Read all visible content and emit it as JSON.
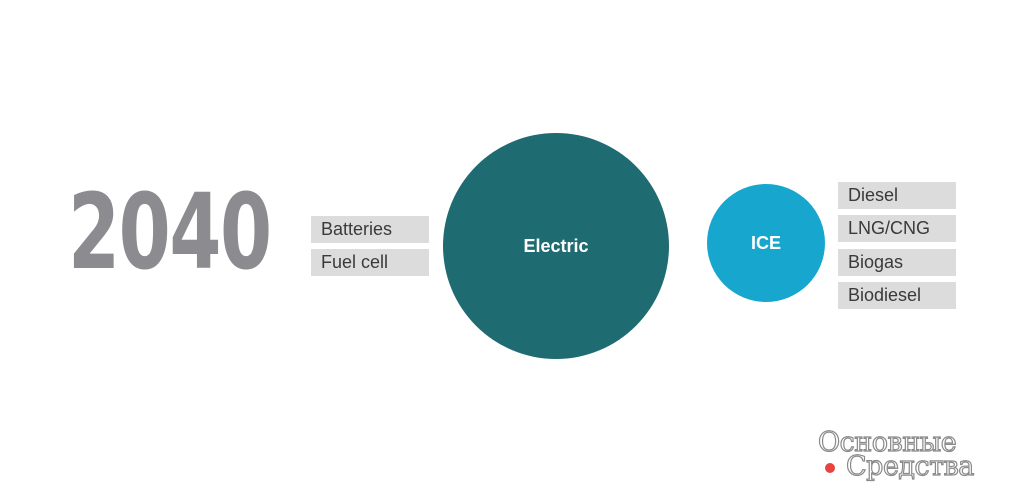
{
  "year": "2040",
  "left_tags": [
    "Batteries",
    "Fuel cell"
  ],
  "electric": {
    "label": "Electric",
    "color": "#1e6b71"
  },
  "ice": {
    "label": "ICE",
    "color": "#17a6cd"
  },
  "right_tags": [
    "Diesel",
    "LNG/CNG",
    "Biogas",
    "Biodiesel"
  ],
  "watermark": {
    "line1": "Основные",
    "line2": "Средства",
    "dot_color": "#e8433e"
  }
}
